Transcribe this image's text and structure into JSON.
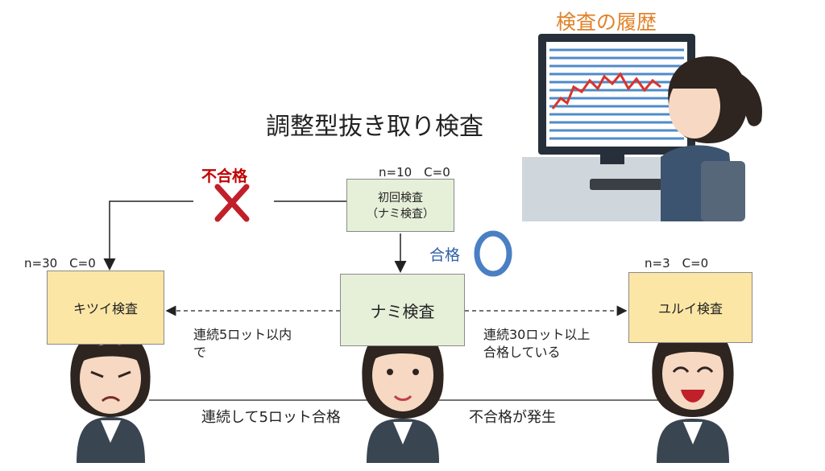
{
  "title": "調整型抜き取り検査",
  "history_label": "検査の履歴",
  "colors": {
    "history_label": "#e0822a",
    "fail_label": "#c00000",
    "pass_label": "#2f5fa8",
    "fail_mark": "#c0202a",
    "pass_mark": "#4a7fc4",
    "hard_box": "#fbe6a6",
    "normal_box": "#e6f0d9",
    "easy_box": "#fbe6a6"
  },
  "boxes": {
    "initial": {
      "label_line1": "初回検査",
      "label_line2": "（ナミ検査）",
      "params": "n=10　C=0"
    },
    "normal": {
      "label": "ナミ検査"
    },
    "hard": {
      "label": "キツイ検査",
      "params": "n=30　C=0"
    },
    "easy": {
      "label": "ユルイ検査",
      "params": "n=3　C=0"
    }
  },
  "transitions": {
    "fail": "不合格",
    "pass": "合格",
    "to_hard_line1": "連続5ロット以内",
    "to_hard_line2": "で",
    "to_easy_line1": "連続30ロット以上",
    "to_easy_line2": "合格している",
    "hard_to_normal": "連続して5ロット合格",
    "easy_to_normal": "不合格が発生"
  },
  "icons": [
    "cross-mark-icon",
    "circle-mark-icon",
    "computer-monitor-icon",
    "person-stern-icon",
    "person-neutral-icon",
    "person-smiling-icon"
  ]
}
